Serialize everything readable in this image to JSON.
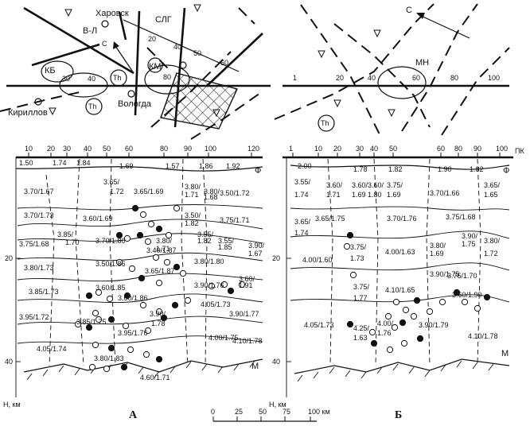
{
  "map_a": {
    "cities": {
      "kharovsk": "Харовск",
      "vl": "В-Л",
      "kirillov": "Кириллов",
      "vologda": "Вологда"
    },
    "labels": {
      "slg": "СЛГ",
      "kb": "КБ",
      "km": "КМ",
      "th1": "Th",
      "th2": "Th",
      "th3": "Th",
      "north": "С"
    },
    "axis_ticks": [
      "30",
      "40",
      "80"
    ],
    "line_ticks": [
      "20",
      "40",
      "50",
      "60"
    ]
  },
  "map_b": {
    "labels": {
      "mn": "МН",
      "th": "Th",
      "north": "С"
    },
    "axis_ticks": [
      "1",
      "20",
      "40",
      "60",
      "80",
      "100"
    ]
  },
  "section_a": {
    "top_ticks": [
      "10",
      "20",
      "30",
      "40",
      "50",
      "60",
      "80",
      "90",
      "100",
      "120"
    ],
    "depth_ticks": [
      "20",
      "40"
    ],
    "depth_label": "Н, км",
    "marker_f": "Ф",
    "marker_m": "М",
    "caption": "А",
    "values": [
      "1.50",
      "1.74",
      "1.84",
      "1.69",
      "1.57",
      "1.86",
      "1.92",
      "3.70/1.67",
      "3.65/",
      "1.72",
      "3.65/1.69",
      "3.80/",
      "1.71",
      "3.80/",
      "1.68",
      "3.50/1.72",
      "3.70/1.73",
      "3.60/1.69",
      "3.85/",
      "1.70",
      "3.80/",
      "1.71",
      "3.50/",
      "1.82",
      "3.75/1.71",
      "3.75/1.68",
      "3.70/1.80",
      "3.40/1.87",
      "3.55/",
      "1.82",
      "3.55/",
      "1.85",
      "3.90/",
      "1.67",
      "3.80/1.73",
      "3.50/1.86",
      "3.65/1.87",
      "3.80/1.80",
      "3.60/1.85",
      "3.90/1.76",
      "3.60/",
      "1.91",
      "3.85/1.73",
      "3.60/1.86",
      "4.05/1.73",
      "3.95/1.72",
      "3.85/1.75",
      "3.90/",
      "1.78",
      "3.90/1.77",
      "3.95/1.76",
      "4.00/1.75",
      "4.10/1.78",
      "4.05/1.74",
      "3.80/1.83",
      "4.60/1.71"
    ]
  },
  "section_b": {
    "top_ticks": [
      "1",
      "10",
      "20",
      "30",
      "40",
      "50",
      "60",
      "80",
      "90",
      "100"
    ],
    "unit": "ПК",
    "depth_ticks": [
      "20",
      "40"
    ],
    "depth_label": "Н, км",
    "marker_f": "Ф",
    "marker_m": "М",
    "caption": "Б",
    "values": [
      "2.00",
      "1.78",
      "1.82",
      "1.90",
      "1.82",
      "3.55/",
      "1.74",
      "3.60/",
      "1.71",
      "3.60/",
      "1.69",
      "3.60/",
      "1.80",
      "3.75/",
      "1.69",
      "3.70/1.66",
      "3.65/",
      "1.65",
      "3.65/",
      "1.74",
      "3.65/1.75",
      "3.70/1.76",
      "3.75/1.68",
      "3.75/",
      "1.73",
      "4.00/1.63",
      "3.80/",
      "1.69",
      "3.90/",
      "1.75",
      "3.80/",
      "1.72",
      "4.00/1.60",
      "3.90/1.75",
      "3.75/",
      "1.77",
      "4.10/1.65",
      "3.75/1.70",
      "3.60/1.90",
      "4.05/1.73",
      "4.25/",
      "1.63",
      "4.00/",
      "1.76",
      "3.90/1.79",
      "4.10/1.78"
    ]
  },
  "scale": {
    "ticks": [
      "0",
      "25",
      "50",
      "75",
      "100 км"
    ]
  }
}
